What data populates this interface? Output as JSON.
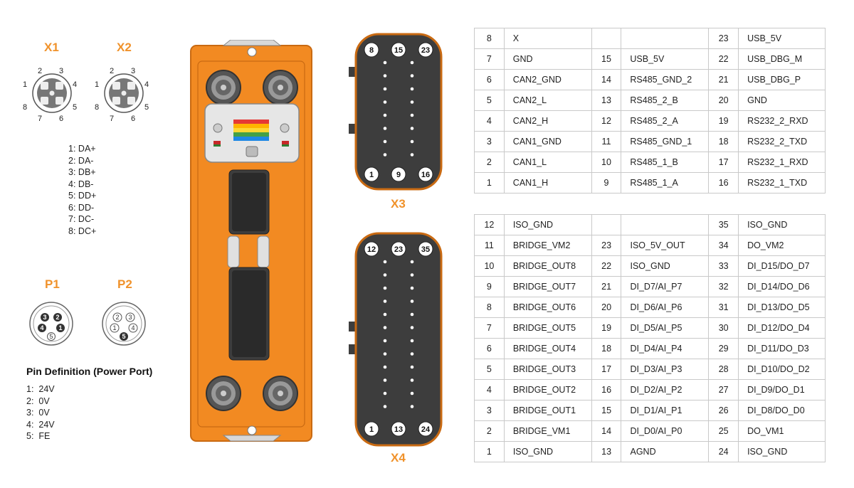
{
  "labels": {
    "x1": "X1",
    "x2": "X2",
    "p1": "P1",
    "p2": "P2",
    "x3": "X3",
    "x4": "X4"
  },
  "x1_pin_numbers": [
    "1",
    "2",
    "3",
    "4",
    "5",
    "6",
    "7",
    "8"
  ],
  "p1_pin_numbers": [
    "1",
    "2",
    "3",
    "4",
    "5"
  ],
  "x12_pin_definitions": [
    {
      "num": "1:",
      "sig": "DA+"
    },
    {
      "num": "2:",
      "sig": "DA-"
    },
    {
      "num": "3:",
      "sig": "DB+"
    },
    {
      "num": "4:",
      "sig": "DB-"
    },
    {
      "num": "5:",
      "sig": "DD+"
    },
    {
      "num": "6:",
      "sig": "DD-"
    },
    {
      "num": "7:",
      "sig": "DC-"
    },
    {
      "num": "8:",
      "sig": "DC+"
    }
  ],
  "power_pin_title": "Pin Definition (Power Port)",
  "power_pin_definitions": [
    {
      "num": "1:",
      "sig": "24V"
    },
    {
      "num": "2:",
      "sig": "0V"
    },
    {
      "num": "3:",
      "sig": "0V"
    },
    {
      "num": "4:",
      "sig": "24V"
    },
    {
      "num": "5:",
      "sig": "FE"
    }
  ],
  "x3_corner_pins": [
    "8",
    "15",
    "23",
    "1",
    "9",
    "16"
  ],
  "x4_corner_pins": [
    "12",
    "23",
    "35",
    "1",
    "13",
    "24"
  ],
  "x3_table": [
    [
      "8",
      "X",
      "",
      "",
      "23",
      "USB_5V"
    ],
    [
      "7",
      "GND",
      "15",
      "USB_5V",
      "22",
      "USB_DBG_M"
    ],
    [
      "6",
      "CAN2_GND",
      "14",
      "RS485_GND_2",
      "21",
      "USB_DBG_P"
    ],
    [
      "5",
      "CAN2_L",
      "13",
      "RS485_2_B",
      "20",
      "GND"
    ],
    [
      "4",
      "CAN2_H",
      "12",
      "RS485_2_A",
      "19",
      "RS232_2_RXD"
    ],
    [
      "3",
      "CAN1_GND",
      "11",
      "RS485_GND_1",
      "18",
      "RS232_2_TXD"
    ],
    [
      "2",
      "CAN1_L",
      "10",
      "RS485_1_B",
      "17",
      "RS232_1_RXD"
    ],
    [
      "1",
      "CAN1_H",
      "9",
      "RS485_1_A",
      "16",
      "RS232_1_TXD"
    ]
  ],
  "x4_table": [
    [
      "12",
      "ISO_GND",
      "",
      "",
      "35",
      "ISO_GND"
    ],
    [
      "11",
      "BRIDGE_VM2",
      "23",
      "ISO_5V_OUT",
      "34",
      "DO_VM2"
    ],
    [
      "10",
      "BRIDGE_OUT8",
      "22",
      "ISO_GND",
      "33",
      "DI_D15/DO_D7"
    ],
    [
      "9",
      "BRIDGE_OUT7",
      "21",
      "DI_D7/AI_P7",
      "32",
      "DI_D14/DO_D6"
    ],
    [
      "8",
      "BRIDGE_OUT6",
      "20",
      "DI_D6/AI_P6",
      "31",
      "DI_D13/DO_D5"
    ],
    [
      "7",
      "BRIDGE_OUT5",
      "19",
      "DI_D5/AI_P5",
      "30",
      "DI_D12/DO_D4"
    ],
    [
      "6",
      "BRIDGE_OUT4",
      "18",
      "DI_D4/AI_P4",
      "29",
      "DI_D11/DO_D3"
    ],
    [
      "5",
      "BRIDGE_OUT3",
      "17",
      "DI_D3/AI_P3",
      "28",
      "DI_D10/DO_D2"
    ],
    [
      "4",
      "BRIDGE_OUT2",
      "16",
      "DI_D2/AI_P2",
      "27",
      "DI_D9/DO_D1"
    ],
    [
      "3",
      "BRIDGE_OUT1",
      "15",
      "DI_D1/AI_P1",
      "26",
      "DI_D8/DO_D0"
    ],
    [
      "2",
      "BRIDGE_VM1",
      "14",
      "DI_D0/AI_P0",
      "25",
      "DO_VM1"
    ],
    [
      "1",
      "ISO_GND",
      "13",
      "AGND",
      "24",
      "ISO_GND"
    ]
  ],
  "colors": {
    "accent_orange": "#f0922b",
    "housing_orange": "#f28a22",
    "housing_edge": "#c96a12",
    "connector_dark": "#3d3d3d",
    "table_border": "#c9c9c9"
  }
}
